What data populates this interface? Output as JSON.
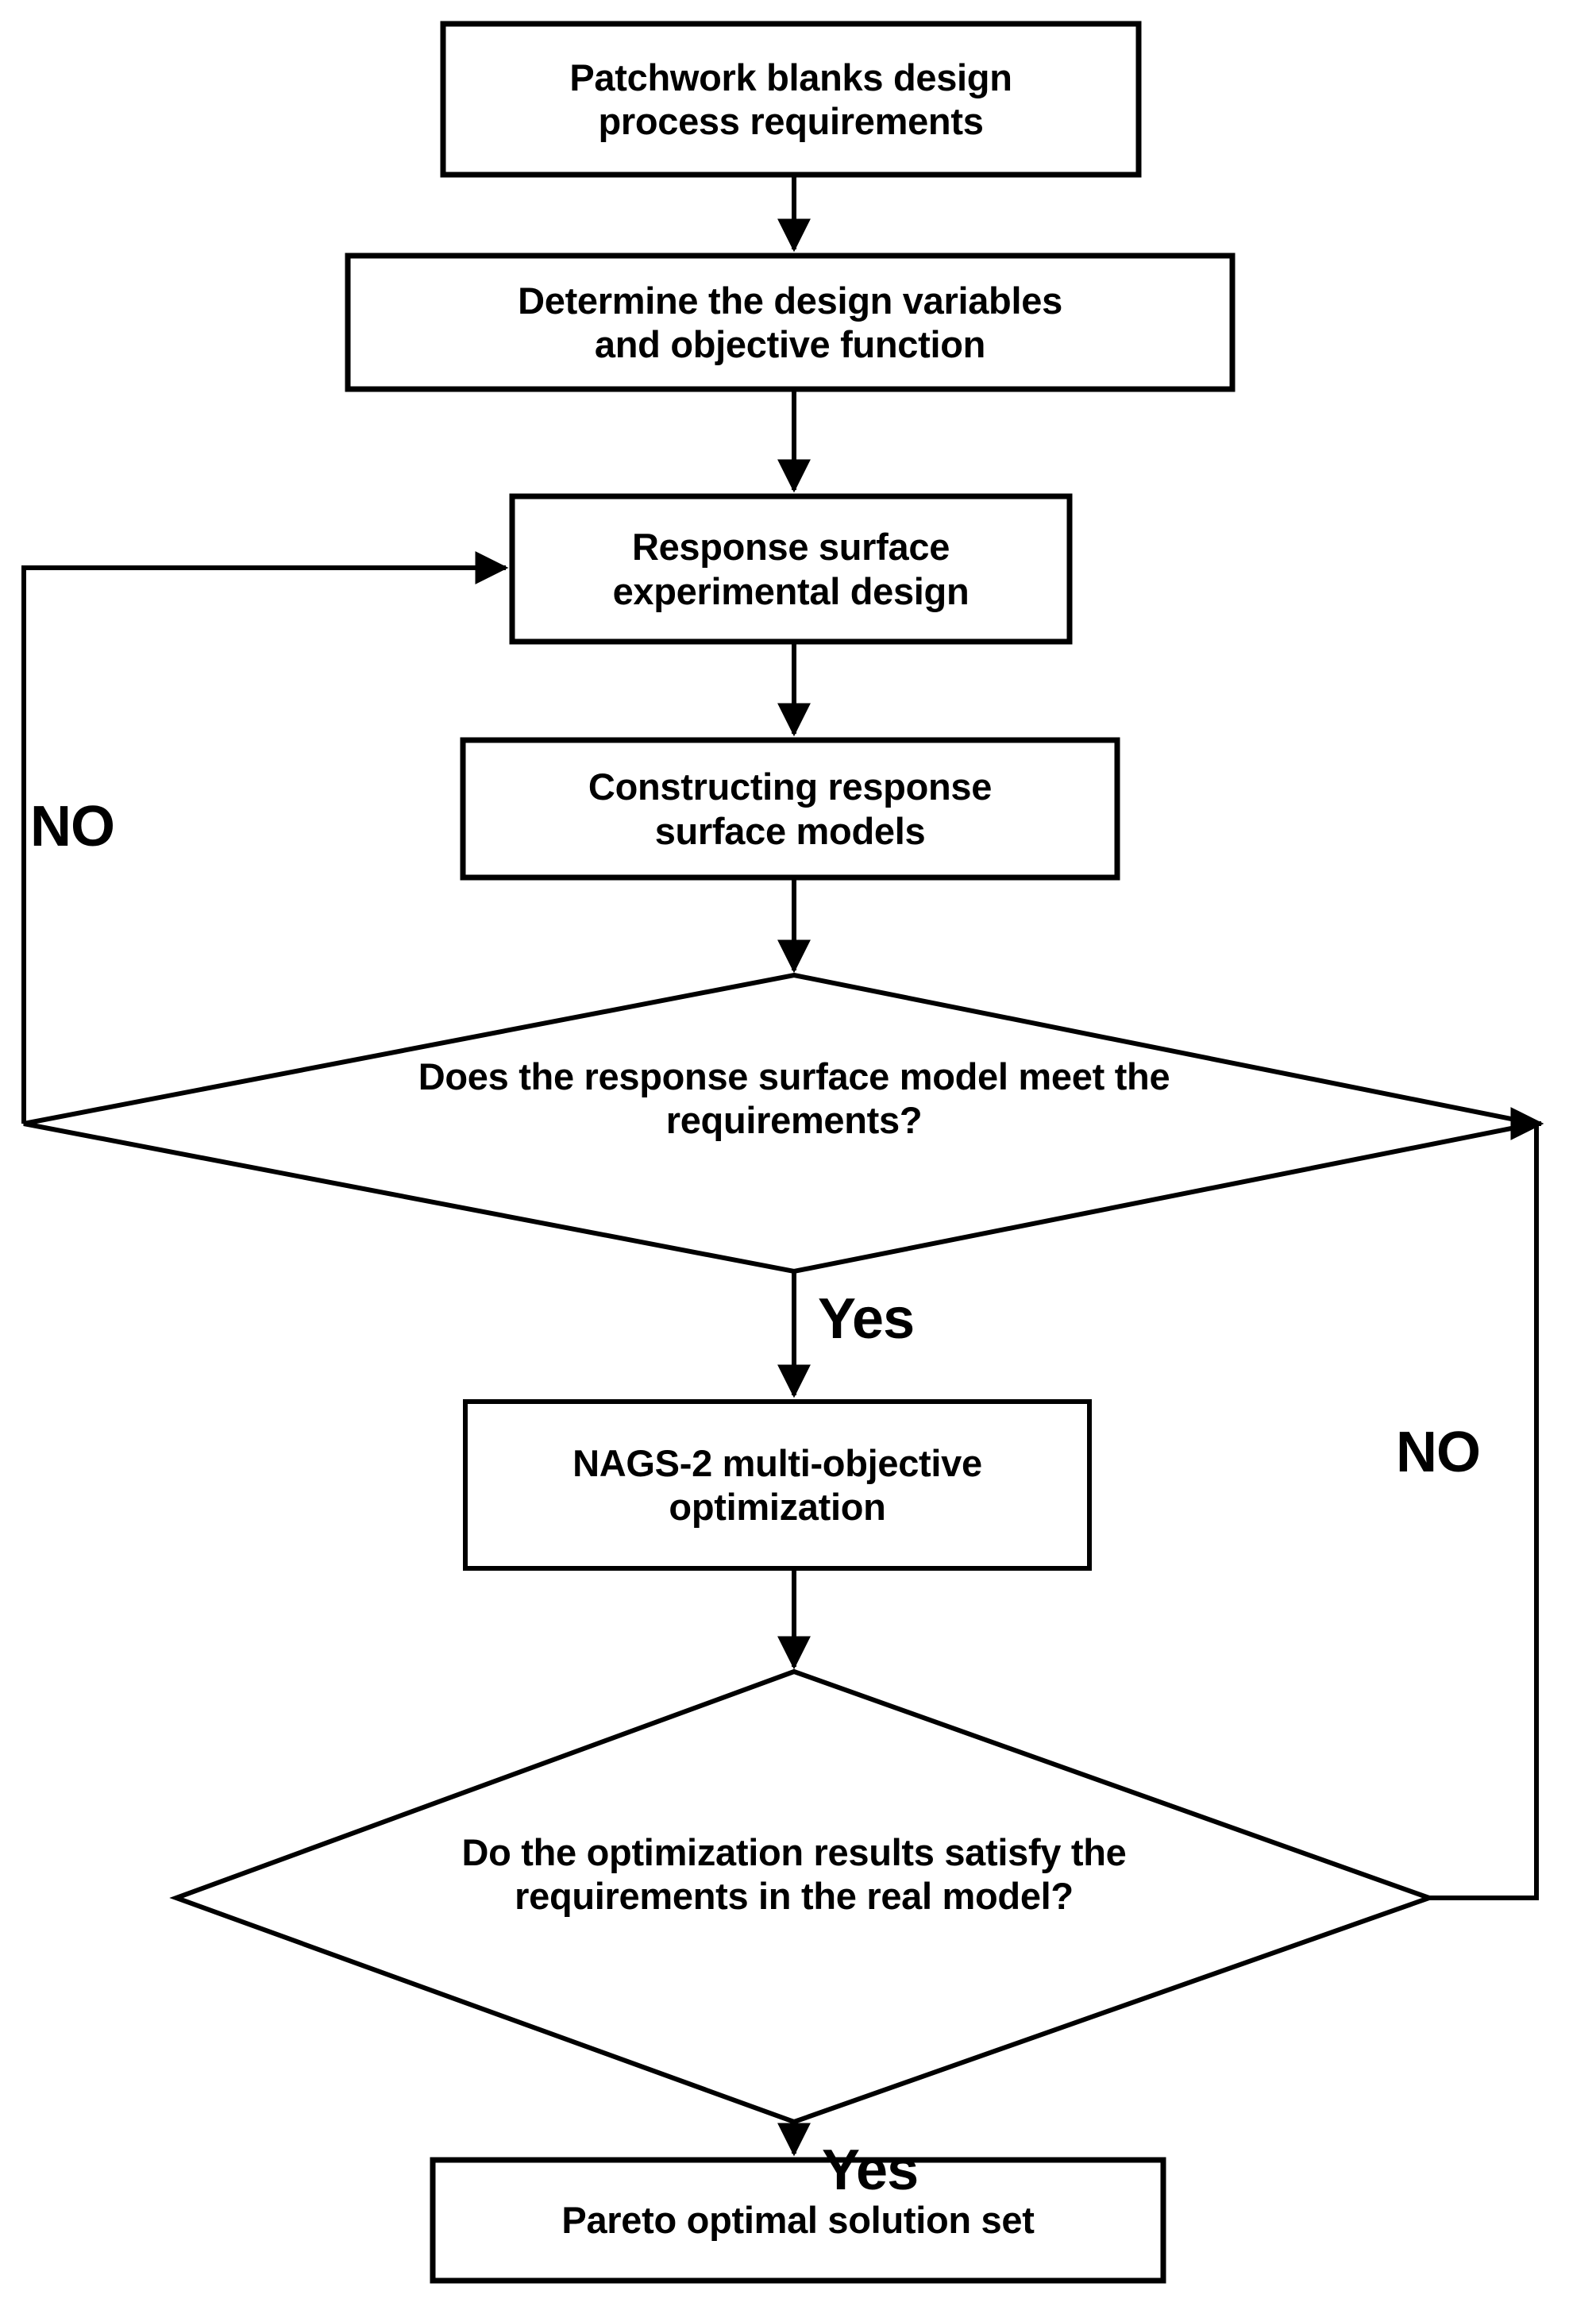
{
  "diagram": {
    "type": "flowchart",
    "title": "Patchwork blanks design optimization flowchart",
    "orientation": "top-to-bottom",
    "stroke_color": "#000000",
    "fill_color": "#FFFFFF",
    "text_color": "#000000"
  },
  "nodes": [
    {
      "id": "n1",
      "shape": "rectangle",
      "text": "Patchwork blanks design\nprocess requirements"
    },
    {
      "id": "n2",
      "shape": "rectangle",
      "text": "Determine the design variables\nand objective function"
    },
    {
      "id": "n3",
      "shape": "rectangle",
      "text": "Response surface\nexperimental design"
    },
    {
      "id": "n4",
      "shape": "rectangle",
      "text": "Constructing response\nsurface models"
    },
    {
      "id": "d1",
      "shape": "diamond",
      "text": "Does the response surface model meet the\nrequirements?"
    },
    {
      "id": "n5",
      "shape": "rectangle",
      "text": "NAGS-2 multi-objective\noptimization"
    },
    {
      "id": "d2",
      "shape": "diamond",
      "text": "Do the optimization results satisfy the\nrequirements in the real model?"
    },
    {
      "id": "n6",
      "shape": "rectangle",
      "text": "Pareto optimal solution set"
    }
  ],
  "edge_labels": {
    "no_left": "NO",
    "no_right": "NO",
    "yes_first": "Yes",
    "yes_second": "Yes"
  },
  "edges": [
    {
      "from": "n1",
      "to": "n2",
      "label": ""
    },
    {
      "from": "n2",
      "to": "n3",
      "label": ""
    },
    {
      "from": "n3",
      "to": "n4",
      "label": ""
    },
    {
      "from": "n4",
      "to": "d1",
      "label": ""
    },
    {
      "from": "d1",
      "to": "n3",
      "label": "NO"
    },
    {
      "from": "d1",
      "to": "n5",
      "label": "Yes"
    },
    {
      "from": "n5",
      "to": "d2",
      "label": ""
    },
    {
      "from": "d2",
      "to": "d1",
      "label": "NO"
    },
    {
      "from": "d2",
      "to": "n6",
      "label": "Yes"
    }
  ]
}
